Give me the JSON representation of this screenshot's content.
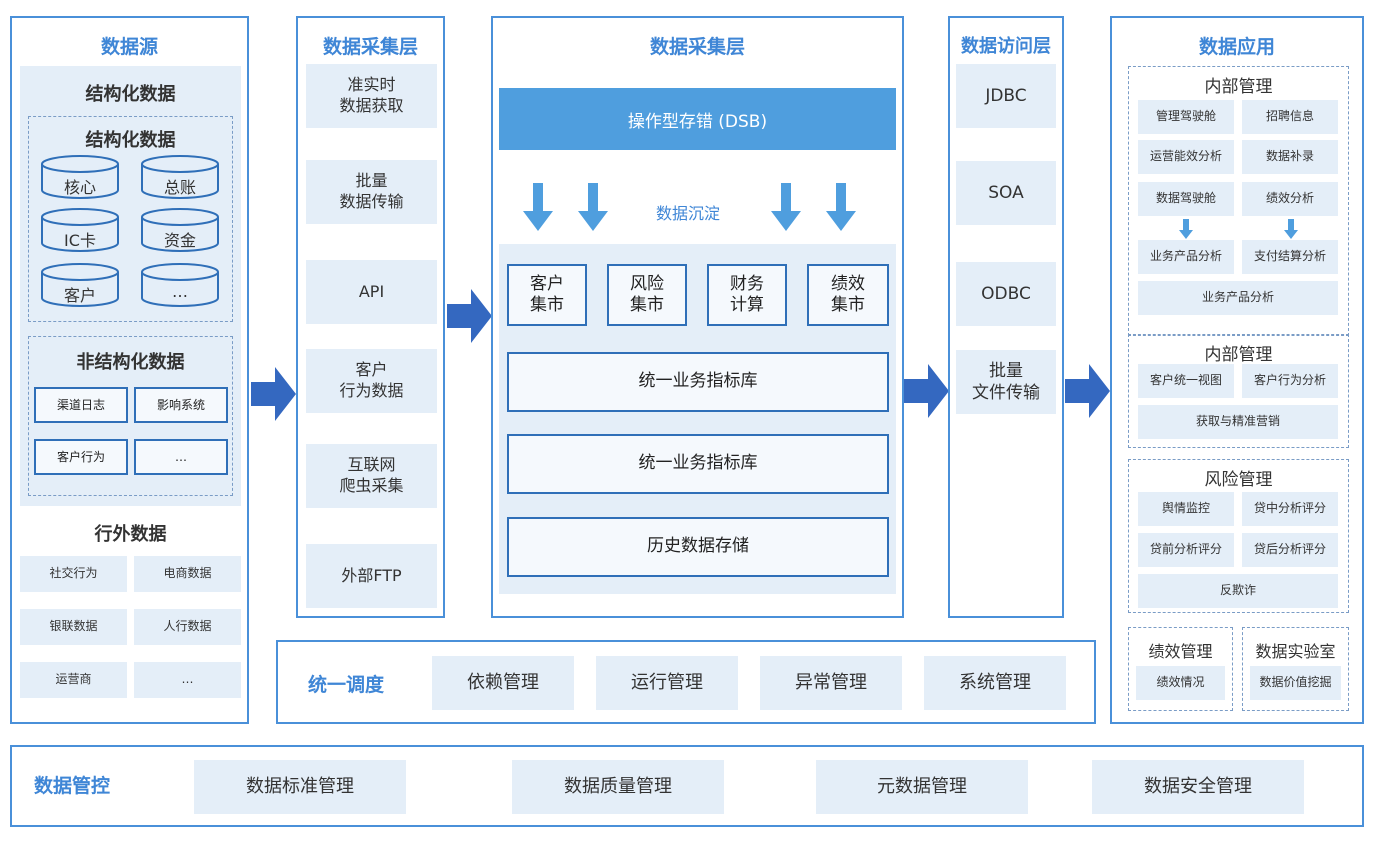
{
  "colors": {
    "border": "#4a90d9",
    "title": "#3f86d6",
    "box": "#e4eef8",
    "arrow": "#3468c0",
    "dsb": "#4f9ede"
  },
  "source": {
    "title": "数据源",
    "structured_title": "结构化数据",
    "structured_inner_title": "结构化数据",
    "dbs": [
      "核心",
      "总账",
      "IC卡",
      "资金",
      "客户",
      "…"
    ],
    "unstructured_title": "非结构化数据",
    "unstructured": [
      "渠道日志",
      "影响系统",
      "客户行为",
      "…"
    ],
    "external_title": "行外数据",
    "external": [
      "社交行为",
      "电商数据",
      "银联数据",
      "人行数据",
      "运营商",
      "…"
    ]
  },
  "collect": {
    "title": "数据采集层",
    "items": [
      "准实时\n数据获取",
      "批量\n数据传输",
      "API",
      "客户\n行为数据",
      "互联网\n爬虫采集",
      "外部FTP"
    ]
  },
  "store": {
    "title": "数据采集层",
    "dsb": "操作型存错 (DSB)",
    "settle": "数据沉淀",
    "marts": [
      "客户\n集市",
      "风险\n集市",
      "财务\n计算",
      "绩效\n集市"
    ],
    "libs": [
      "统一业务指标库",
      "统一业务指标库",
      "历史数据存储"
    ]
  },
  "access": {
    "title": "数据访问层",
    "items": [
      "JDBC",
      "SOA",
      "ODBC",
      "批量\n文件传输"
    ]
  },
  "app": {
    "title": "数据应用",
    "g1_title": "内部管理",
    "g1_items": [
      "管理驾驶舱",
      "招聘信息",
      "运营能效分析",
      "数据补录",
      "数据驾驶舱",
      "绩效分析",
      "业务产品分析",
      "支付结算分析",
      "业务产品分析"
    ],
    "g2_title": "内部管理",
    "g2_items": [
      "客户统一视图",
      "客户行为分析",
      "获取与精准营销"
    ],
    "g3_title": "风险管理",
    "g3_items": [
      "舆情监控",
      "贷中分析评分",
      "贷前分析评分",
      "贷后分析评分",
      "反欺诈"
    ],
    "g4_title": "绩效管理",
    "g4_item": "绩效情况",
    "g5_title": "数据实验室",
    "g5_item": "数据价值挖掘"
  },
  "schedule": {
    "title": "统一调度",
    "items": [
      "依赖管理",
      "运行管理",
      "异常管理",
      "系统管理"
    ]
  },
  "control": {
    "title": "数据管控",
    "items": [
      "数据标准管理",
      "数据质量管理",
      "元数据管理",
      "数据安全管理"
    ]
  }
}
